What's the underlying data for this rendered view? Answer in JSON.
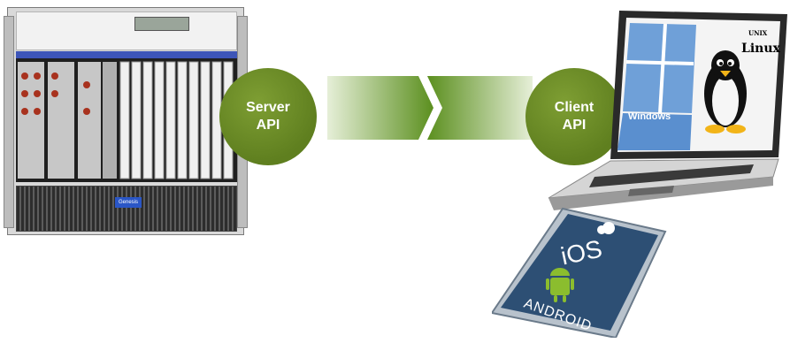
{
  "server": {
    "label_line1": "Server",
    "label_line2": "API",
    "rack_badge": "Genesis"
  },
  "client": {
    "label_line1": "Client",
    "label_line2": "API"
  },
  "laptop": {
    "windows_label": "Windows",
    "unix_label": "UNIX",
    "linux_label": "Linux"
  },
  "mobile": {
    "ios_label": "iOS",
    "android_label": "ANDROID"
  },
  "colors": {
    "api_green": "#6b8a25",
    "arrow_green_dark": "#5b8f1e",
    "arrow_green_light": "#e6efd8",
    "rack_label_blue": "#3d55b8",
    "phone_blue": "#2d4f74"
  }
}
